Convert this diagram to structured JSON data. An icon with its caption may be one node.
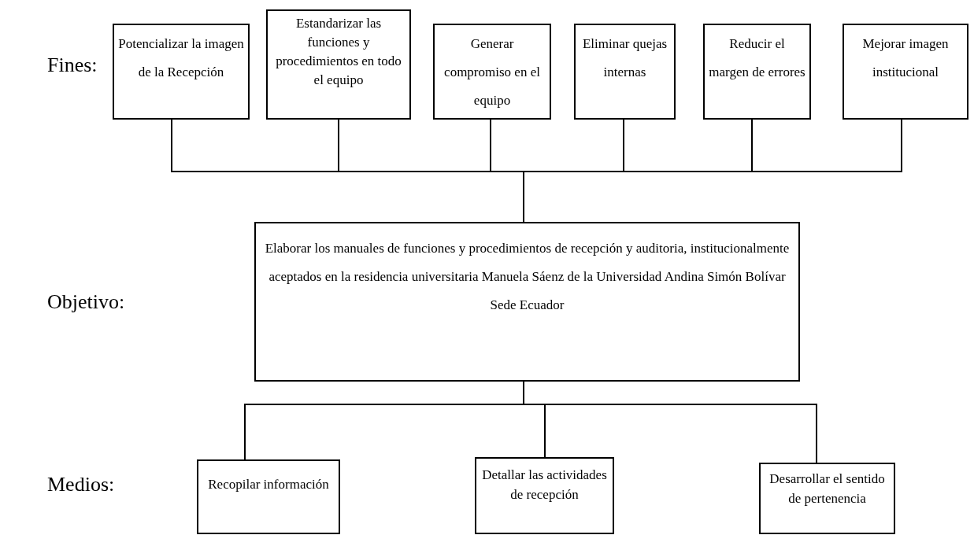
{
  "diagram": {
    "nodes": [
      {
        "text": [
          "Potencializar la imagen de la Recepción"
        ]
      },
      {
        "text": [
          "Estandarizar las funciones y procedimientos en todo el equipo"
        ]
      },
      {
        "text": [
          "Generar compromiso en el equipo"
        ]
      },
      {
        "text": [
          "Eliminar quejas internas"
        ]
      },
      {
        "text": [
          "Reducir el margen de errores"
        ]
      },
      {
        "text": [
          "Mejorar imagen institucional"
        ]
      },
      {
        "text": [
          "Elaborar los manuales de funciones y procedimientos de recepción y auditoria, institucionalmente aceptados en la residencia universitaria Manuela Sáenz de la Universidad Andina Simón Bolívar Sede Ecuador"
        ]
      },
      {
        "text": [
          "Recopilar información"
        ]
      },
      {
        "text": [
          "Detallar las actividades de recepción"
        ]
      },
      {
        "text": [
          "Desarrollar el sentido de pertenencia"
        ]
      }
    ],
    "edges": [
      {
        "from": 6,
        "to": 0,
        "arrow": "none"
      },
      {
        "from": 6,
        "to": 1,
        "arrow": "none"
      },
      {
        "from": 6,
        "to": 2,
        "arrow": "none"
      },
      {
        "from": 6,
        "to": 3,
        "arrow": "none"
      },
      {
        "from": 6,
        "to": 4,
        "arrow": "none"
      },
      {
        "from": 6,
        "to": 5,
        "arrow": "none"
      },
      {
        "from": 6,
        "to": 7,
        "arrow": "none"
      },
      {
        "from": 6,
        "to": 8,
        "arrow": "none"
      },
      {
        "from": 6,
        "to": 9,
        "arrow": "none"
      }
    ],
    "labels": [
      "Fines:",
      "Objetivo:",
      "Medios:"
    ]
  }
}
